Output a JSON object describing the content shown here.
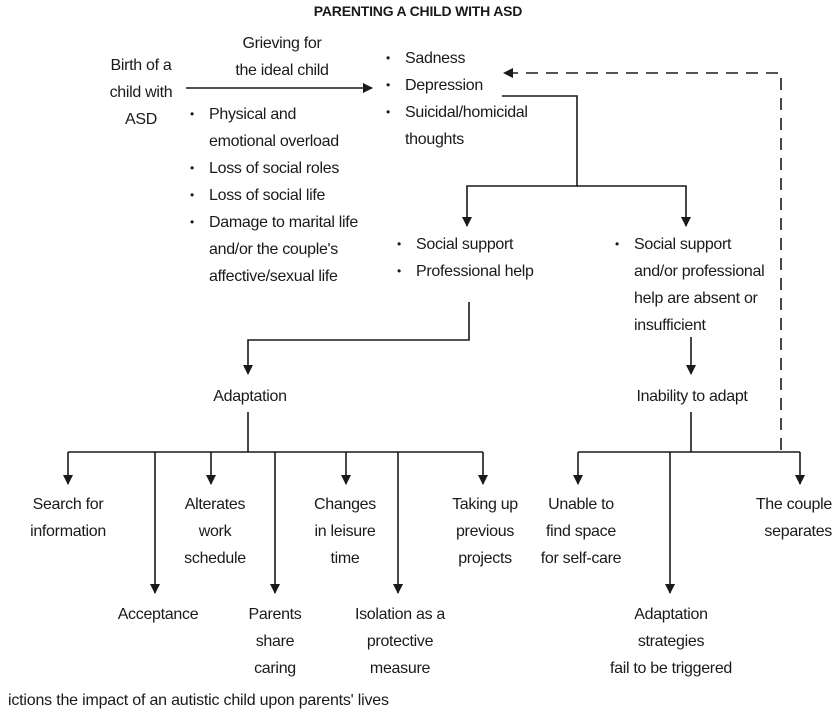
{
  "title": "PARENTING A CHILD WITH ASD",
  "nodes": {
    "birth": [
      "Birth of a",
      "child with",
      "ASD"
    ],
    "grieving": [
      "Grieving for",
      "the ideal child"
    ],
    "emotions": [
      [
        "Sadness"
      ],
      [
        "Depression"
      ],
      [
        "Suicidal/homicidal",
        "thoughts"
      ]
    ],
    "overload": [
      [
        "Physical and",
        "emotional overload"
      ],
      [
        "Loss of social roles"
      ],
      [
        "Loss of social life"
      ],
      [
        "Damage to marital life",
        "and/or the couple's",
        "affective/sexual life"
      ]
    ],
    "support": [
      [
        "Social support"
      ],
      [
        "Professional help"
      ]
    ],
    "no_support": [
      [
        "Social support",
        "and/or professional",
        "help are absent or",
        "insufficient"
      ]
    ],
    "adaptation": "Adaptation",
    "inability": "Inability to adapt",
    "search": [
      "Search for",
      "information"
    ],
    "acceptance": [
      "Acceptance"
    ],
    "alterates": [
      "Alterates",
      "work",
      "schedule"
    ],
    "parents": [
      "Parents",
      "share",
      "caring"
    ],
    "leisure": [
      "Changes",
      "in leisure",
      "time"
    ],
    "isolation": [
      "Isolation as a",
      "protective",
      "measure"
    ],
    "projects": [
      "Taking up",
      "previous",
      "projects"
    ],
    "selfcare": [
      "Unable to",
      "find space",
      "for self-care"
    ],
    "strategies": [
      "Adaptation",
      "strategies",
      "fail to be triggered"
    ],
    "separates": [
      "The couple",
      "separates"
    ]
  },
  "caption": "ictions the impact of an autistic child upon parents' lives"
}
